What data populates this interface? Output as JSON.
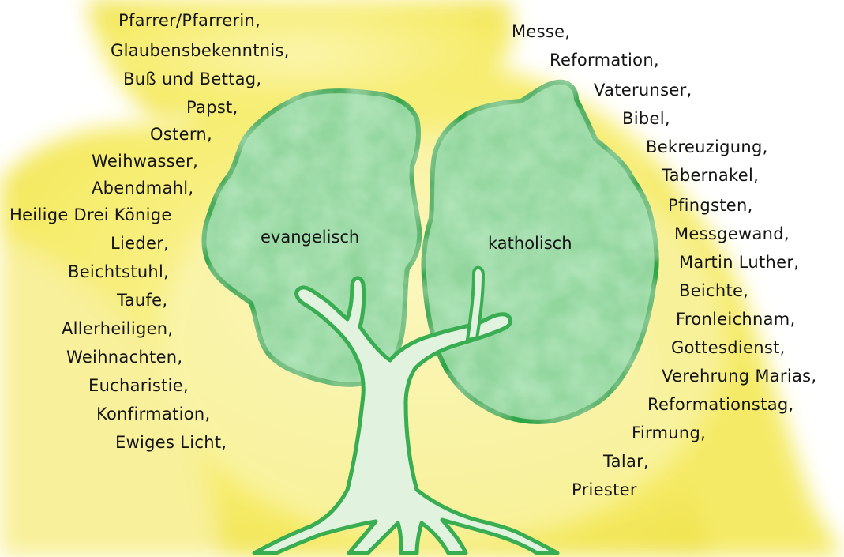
{
  "tree": {
    "left_crown_label": "evangelisch",
    "right_crown_label": "katholisch"
  },
  "left_words": [
    "Pfarrer/Pfarrerin,",
    "Glaubensbekenntnis,",
    "Buß und Bettag,",
    "Papst,",
    "Ostern,",
    "Weihwasser,",
    "Abendmahl,",
    "Heilige Drei Könige",
    "Lieder,",
    "Beichtstuhl,",
    "Taufe,",
    "Allerheiligen,",
    "Weihnachten,",
    "Eucharistie,",
    "Konfirmation,",
    "Ewiges Licht,"
  ],
  "right_words": [
    "Messe,",
    "Reformation,",
    "Vaterunser,",
    "Bibel,",
    "Bekreuzigung,",
    "Tabernakel,",
    "Pfingsten,",
    "Messgewand,",
    "Martin Luther,",
    "Beichte,",
    "Fronleichnam,",
    "Gottesdienst,",
    "Verehrung Marias,",
    "Reformationstag,",
    "Firmung,",
    "Talar,",
    "Priester"
  ],
  "colors": {
    "background_wash": "#f7ef7a",
    "crown_fill": "#8fd49a",
    "crown_outline": "#2fa548",
    "trunk_fill": "#dff2de",
    "text": "#141414"
  }
}
